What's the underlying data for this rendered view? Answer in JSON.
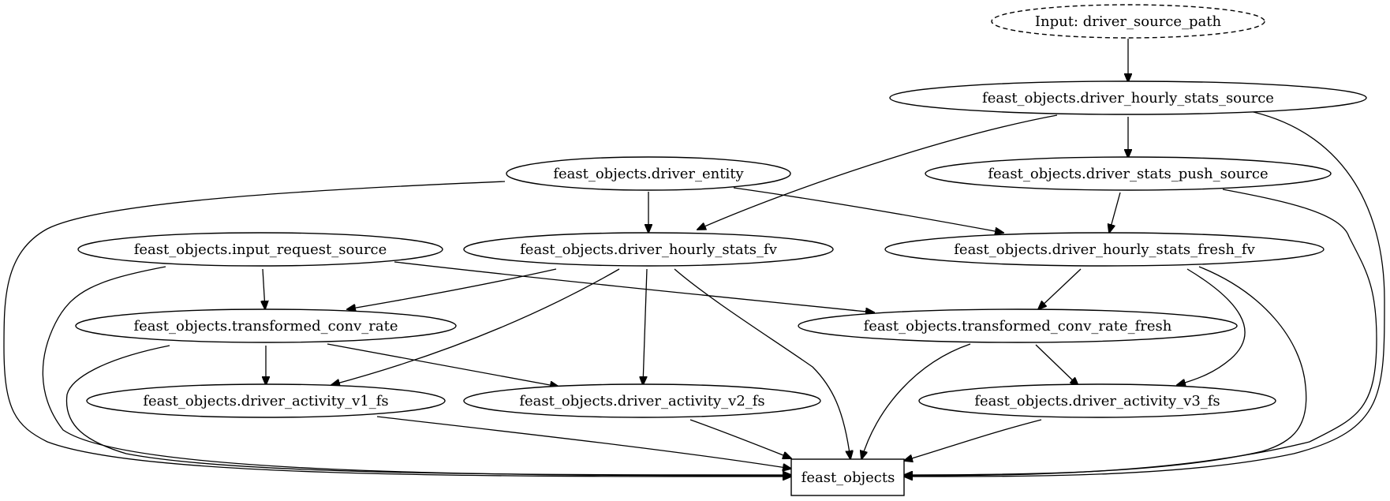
{
  "graph": {
    "nodes": [
      {
        "id": "input",
        "label": "Input: driver_source_path",
        "shape": "ellipse",
        "style": "dashed"
      },
      {
        "id": "source",
        "label": "feast_objects.driver_hourly_stats_source",
        "shape": "ellipse",
        "style": "solid"
      },
      {
        "id": "entity",
        "label": "feast_objects.driver_entity",
        "shape": "ellipse",
        "style": "solid"
      },
      {
        "id": "push",
        "label": "feast_objects.driver_stats_push_source",
        "shape": "ellipse",
        "style": "solid"
      },
      {
        "id": "request",
        "label": "feast_objects.input_request_source",
        "shape": "ellipse",
        "style": "solid"
      },
      {
        "id": "fv",
        "label": "feast_objects.driver_hourly_stats_fv",
        "shape": "ellipse",
        "style": "solid"
      },
      {
        "id": "freshfv",
        "label": "feast_objects.driver_hourly_stats_fresh_fv",
        "shape": "ellipse",
        "style": "solid"
      },
      {
        "id": "tcr",
        "label": "feast_objects.transformed_conv_rate",
        "shape": "ellipse",
        "style": "solid"
      },
      {
        "id": "tcrf",
        "label": "feast_objects.transformed_conv_rate_fresh",
        "shape": "ellipse",
        "style": "solid"
      },
      {
        "id": "v1",
        "label": "feast_objects.driver_activity_v1_fs",
        "shape": "ellipse",
        "style": "solid"
      },
      {
        "id": "v2",
        "label": "feast_objects.driver_activity_v2_fs",
        "shape": "ellipse",
        "style": "solid"
      },
      {
        "id": "v3",
        "label": "feast_objects.driver_activity_v3_fs",
        "shape": "ellipse",
        "style": "solid"
      },
      {
        "id": "objects",
        "label": "feast_objects",
        "shape": "box",
        "style": "solid"
      }
    ],
    "edges": [
      {
        "from": "input",
        "to": "source"
      },
      {
        "from": "source",
        "to": "fv"
      },
      {
        "from": "source",
        "to": "push"
      },
      {
        "from": "source",
        "to": "objects"
      },
      {
        "from": "entity",
        "to": "objects"
      },
      {
        "from": "entity",
        "to": "fv"
      },
      {
        "from": "entity",
        "to": "freshfv"
      },
      {
        "from": "push",
        "to": "freshfv"
      },
      {
        "from": "push",
        "to": "objects"
      },
      {
        "from": "request",
        "to": "objects"
      },
      {
        "from": "request",
        "to": "tcr"
      },
      {
        "from": "request",
        "to": "tcrf"
      },
      {
        "from": "fv",
        "to": "tcr"
      },
      {
        "from": "fv",
        "to": "v1"
      },
      {
        "from": "fv",
        "to": "v2"
      },
      {
        "from": "fv",
        "to": "objects"
      },
      {
        "from": "freshfv",
        "to": "tcrf"
      },
      {
        "from": "freshfv",
        "to": "v3"
      },
      {
        "from": "freshfv",
        "to": "objects"
      },
      {
        "from": "tcr",
        "to": "objects"
      },
      {
        "from": "tcr",
        "to": "v1"
      },
      {
        "from": "tcr",
        "to": "v2"
      },
      {
        "from": "tcrf",
        "to": "objects"
      },
      {
        "from": "tcrf",
        "to": "v3"
      },
      {
        "from": "v1",
        "to": "objects"
      },
      {
        "from": "v2",
        "to": "objects"
      },
      {
        "from": "v3",
        "to": "objects"
      }
    ]
  }
}
